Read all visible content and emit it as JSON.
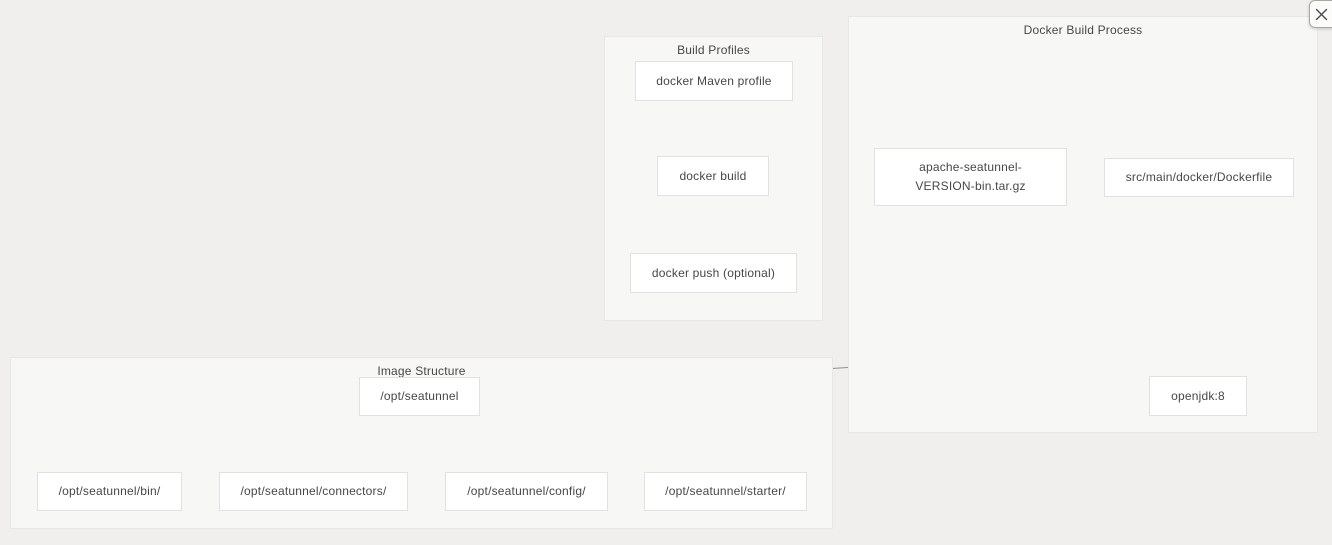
{
  "canvas": {
    "background": "#f0efed"
  },
  "close_button": {
    "icon": "x",
    "tooltip": "close"
  },
  "groups": [
    {
      "title": "Build Profiles",
      "nodes": [
        {
          "label": "docker Maven profile"
        },
        {
          "label": "docker build"
        },
        {
          "label": "docker push (optional)"
        }
      ]
    },
    {
      "title": "Docker Build Process",
      "nodes": [
        {
          "label": "apache-seatunnel-VERSION-bin.tar.gz"
        },
        {
          "label": "src/main/docker/Dockerfile"
        },
        {
          "label": "openjdk:8"
        }
      ]
    },
    {
      "title": "Image Structure",
      "nodes": [
        {
          "label": "/opt/seatunnel"
        },
        {
          "label": "/opt/seatunnel/bin/"
        },
        {
          "label": "/opt/seatunnel/connectors/"
        },
        {
          "label": "/opt/seatunnel/config/"
        },
        {
          "label": "/opt/seatunnel/starter/"
        }
      ]
    }
  ],
  "edges": [
    {
      "from": "docker Maven profile",
      "to": "docker build",
      "direction": "down"
    },
    {
      "from": "docker build",
      "to": "docker push (optional)",
      "direction": "down"
    },
    {
      "from": "src/main/docker/Dockerfile",
      "to": "openjdk:8",
      "direction": "down"
    },
    {
      "from": "apache-seatunnel-VERSION-bin.tar.gz",
      "to": "/opt/seatunnel",
      "direction": "left"
    },
    {
      "from": "/opt/seatunnel",
      "to": "/opt/seatunnel/bin/",
      "direction": "down"
    },
    {
      "from": "/opt/seatunnel",
      "to": "/opt/seatunnel/connectors/",
      "direction": "down"
    },
    {
      "from": "/opt/seatunnel",
      "to": "/opt/seatunnel/config/",
      "direction": "down"
    },
    {
      "from": "/opt/seatunnel",
      "to": "/opt/seatunnel/starter/",
      "direction": "down"
    }
  ],
  "colors": {
    "page_bg": "#f0efed",
    "group_bg": "#f7f7f5",
    "group_border": "#e8e7e5",
    "node_bg": "#ffffff",
    "node_border": "#e2e1df",
    "edge": "#949494",
    "text": "#474747"
  }
}
